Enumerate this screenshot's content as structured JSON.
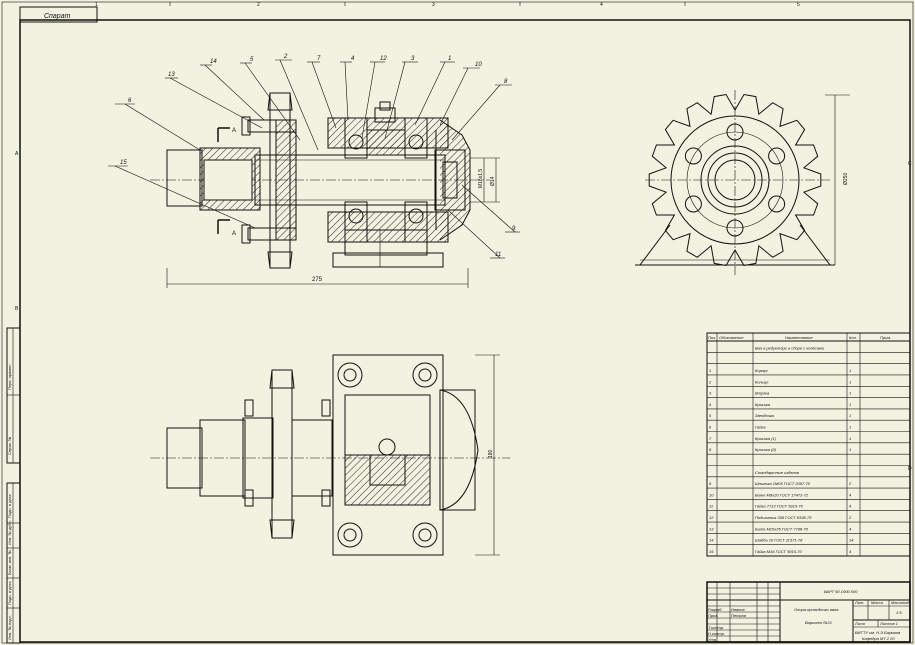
{
  "sheet": {
    "corner_label": "Спарат",
    "zone_numbers_top": [
      "1",
      "2",
      "3",
      "4",
      "5"
    ],
    "zone_letters_left": [
      "A",
      "B",
      "C",
      "D"
    ],
    "side_stamps": [
      "Перв. примен.",
      "Справ. №",
      "Подп. и дата",
      "Инв. № дубл.",
      "Взам. инв. №",
      "Подп. и дата",
      "Инв. № подл."
    ]
  },
  "section_view": {
    "callouts": [
      "13",
      "14",
      "5",
      "2",
      "7",
      "4",
      "12",
      "3",
      "1",
      "10",
      "8",
      "6",
      "15",
      "9",
      "11"
    ],
    "section_marks": [
      "А",
      "А"
    ],
    "dimensions": {
      "overall_length": "275",
      "thread": "М16х1,5",
      "bore": "Ø14"
    }
  },
  "side_view": {
    "dimension_height": "Ø250"
  },
  "plan_view": {
    "dimension_height": "180"
  },
  "spec_table": {
    "headers": [
      "Поз.",
      "Обозначение",
      "Наименование",
      "Кол.",
      "Прим."
    ],
    "rows": [
      {
        "pos": "",
        "name": "Вал в редукторе в сборе с колесами",
        "qty": ""
      },
      {
        "pos": "",
        "name": "",
        "qty": ""
      },
      {
        "pos": "1",
        "name": "Корпус",
        "qty": "1"
      },
      {
        "pos": "2",
        "name": "Кольцо",
        "qty": "1"
      },
      {
        "pos": "3",
        "name": "Втулка",
        "qty": "1"
      },
      {
        "pos": "4",
        "name": "Крышка",
        "qty": "1"
      },
      {
        "pos": "5",
        "name": "Звездочка",
        "qty": "1"
      },
      {
        "pos": "6",
        "name": "Гайка",
        "qty": "1"
      },
      {
        "pos": "7",
        "name": "Крышка (1)",
        "qty": "1"
      },
      {
        "pos": "8",
        "name": "Крышка (II)",
        "qty": "1"
      },
      {
        "pos": "",
        "name": "",
        "qty": ""
      },
      {
        "pos": "",
        "name": "Стандартные изделия",
        "qty": ""
      },
      {
        "pos": "9",
        "name": "Шпилька 1М05 ГОСТ 2097-70",
        "qty": "2"
      },
      {
        "pos": "10",
        "name": "Винт М8х20 ГОСТ 17473-72",
        "qty": "4"
      },
      {
        "pos": "11",
        "name": "Гайка 7713 ГОСТ 5915-70",
        "qty": "4"
      },
      {
        "pos": "12",
        "name": "Подшипник 308 ГОСТ 8338-75",
        "qty": "2"
      },
      {
        "pos": "13",
        "name": "Болт М10х35 ГОСТ 7798-70",
        "qty": "4"
      },
      {
        "pos": "14",
        "name": "Шайба 10 ГОСТ 11371-78",
        "qty": "14"
      },
      {
        "pos": "15",
        "name": "Гайка М16 ГОСТ 5915-70",
        "qty": "4"
      }
    ]
  },
  "title_block": {
    "doc_code": "ВАРТ 60 1000.000",
    "title": "Опора приводного вала",
    "subtitle": "Вариант №21",
    "litera": "Лит.",
    "mass": "Масса",
    "scale": "Масштаб",
    "scale_value": "1:5",
    "sheet": "Лист",
    "sheets": "Листов 1",
    "org_line1": "ВИТТУ им. Н.Э.Баумана",
    "org_line2": "Кафедра МТ 2 20",
    "roles": [
      "Разраб.",
      "Пров.",
      "Т.контр.",
      "Н.контр.",
      "Утв."
    ],
    "names": [
      "Иванов",
      "Петров"
    ]
  },
  "colors": {
    "paper": "#f2f2e1",
    "line": "#111111"
  }
}
